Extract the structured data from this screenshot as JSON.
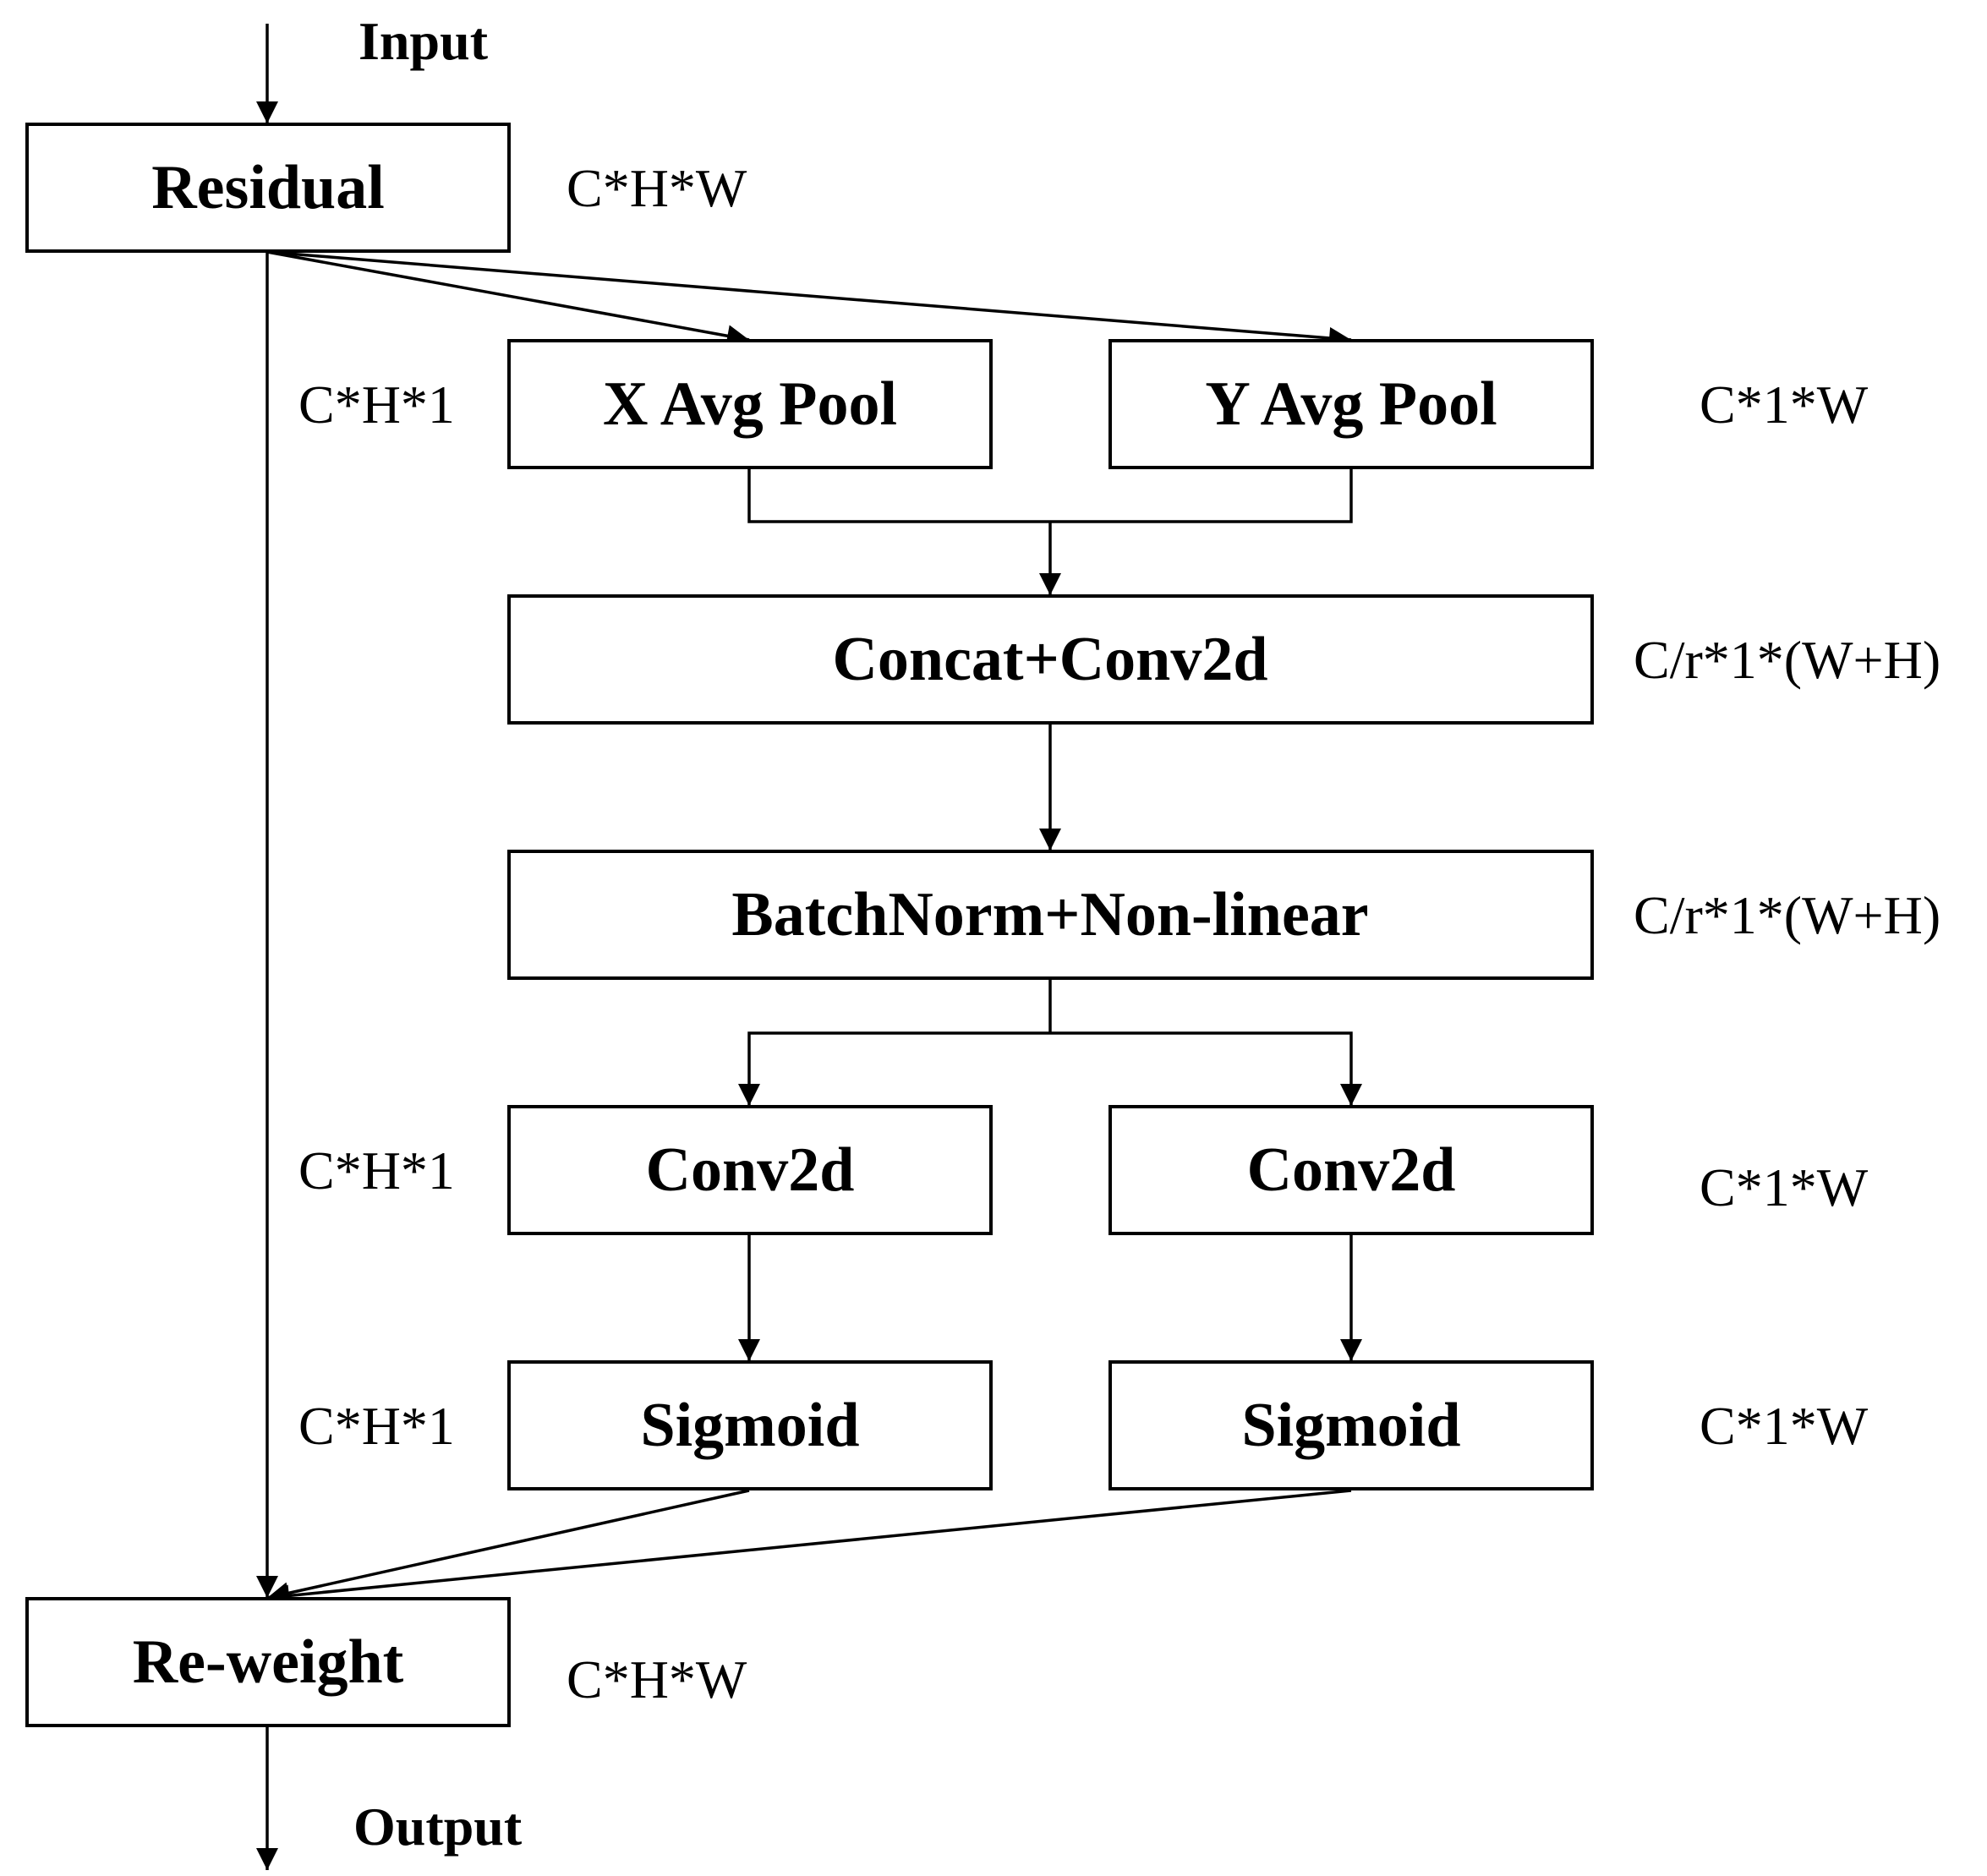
{
  "input_label": "Input",
  "output_label": "Output",
  "nodes": {
    "residual": "Residual",
    "x_avg_pool": "X Avg Pool",
    "y_avg_pool": "Y Avg Pool",
    "concat_conv2d": "Concat+Conv2d",
    "batchnorm": "BatchNorm+Non-linear",
    "conv2d_left": "Conv2d",
    "conv2d_right": "Conv2d",
    "sigmoid_left": "Sigmoid",
    "sigmoid_right": "Sigmoid",
    "reweight": "Re-weight"
  },
  "dims": {
    "residual": "C*H*W",
    "x_avg_pool": "C*H*1",
    "y_avg_pool": "C*1*W",
    "concat_conv2d": "C/r*1*(W+H)",
    "batchnorm": "C/r*1*(W+H)",
    "conv2d_left": "C*H*1",
    "conv2d_right": "C*1*W",
    "sigmoid_left": "C*H*1",
    "sigmoid_right": "C*1*W",
    "reweight": "C*H*W"
  }
}
